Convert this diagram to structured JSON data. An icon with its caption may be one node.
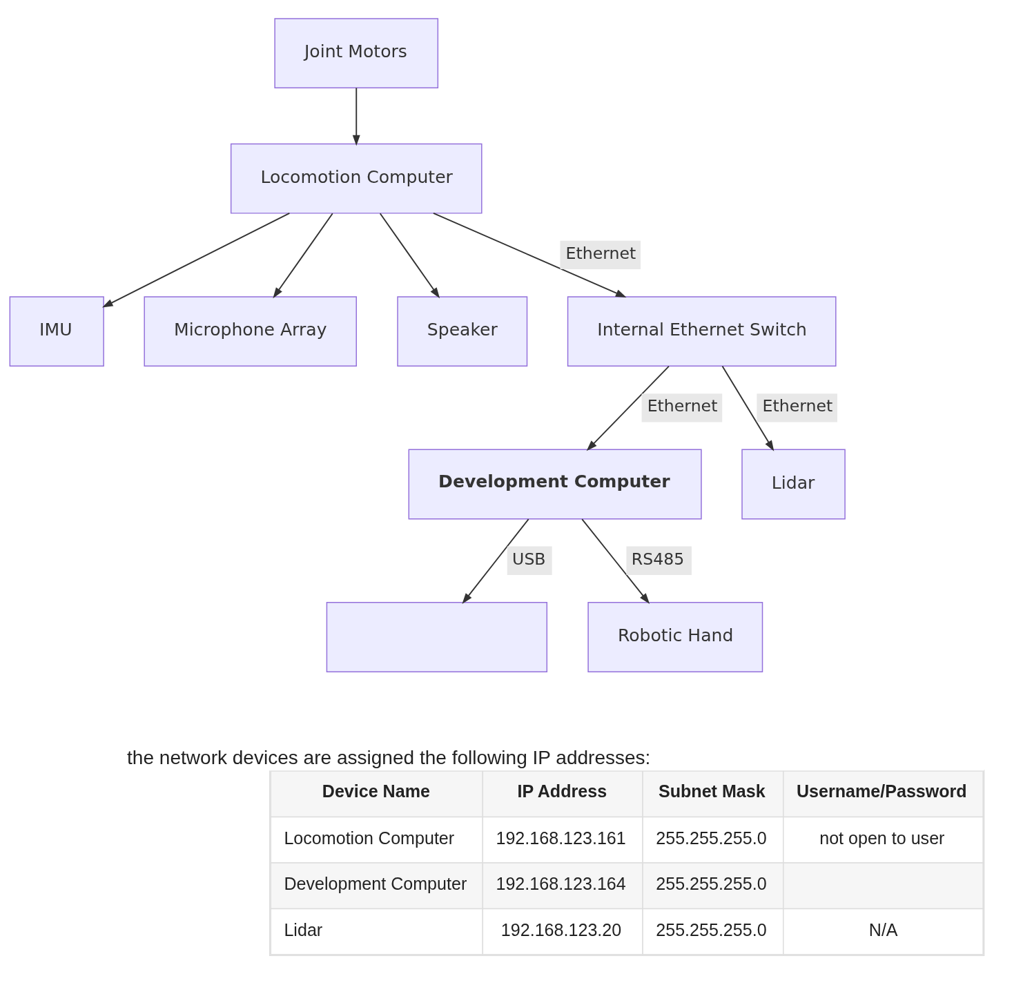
{
  "diagram": {
    "nodes": [
      {
        "text": [
          "Joint Motors"
        ]
      },
      {
        "text": [
          "Locomotion Computer"
        ]
      },
      {
        "text": [
          "IMU"
        ]
      },
      {
        "text": [
          "Microphone Array"
        ]
      },
      {
        "text": [
          "Speaker"
        ]
      },
      {
        "text": [
          "Internal Ethernet Switch"
        ]
      },
      {
        "text": [
          "Development Computer"
        ]
      },
      {
        "text": [
          "Lidar"
        ]
      },
      {
        "text": [],
        "shape": "box"
      },
      {
        "text": [
          "Robotic Hand"
        ]
      }
    ],
    "edges": [
      {
        "from": 0,
        "to": 1,
        "arrow": "to"
      },
      {
        "from": 1,
        "to": 2,
        "arrow": "to"
      },
      {
        "from": 1,
        "to": 3,
        "arrow": "to"
      },
      {
        "from": 1,
        "to": 4,
        "arrow": "to"
      },
      {
        "from": 1,
        "to": 5,
        "label": "Ethernet",
        "arrow": "to"
      },
      {
        "from": 5,
        "to": 6,
        "label": "Ethernet",
        "arrow": "to"
      },
      {
        "from": 5,
        "to": 7,
        "label": "Ethernet",
        "arrow": "to"
      },
      {
        "from": 6,
        "to": 8,
        "label": "USB",
        "arrow": "to"
      },
      {
        "from": 6,
        "to": 9,
        "label": "RS485",
        "arrow": "to"
      }
    ],
    "labels": [
      "the network devices are assigned the following IP addresses:",
      "Device Name",
      "IP Address",
      "Subnet Mask",
      "Username/Password",
      "Locomotion Computer",
      "192.168.123.161",
      "255.255.255.0",
      "not open to user",
      "Development Computer",
      "192.168.123.164",
      "255.255.255.0",
      "Lidar",
      "192.168.123.20",
      "255.255.255.0",
      "N/A"
    ]
  }
}
